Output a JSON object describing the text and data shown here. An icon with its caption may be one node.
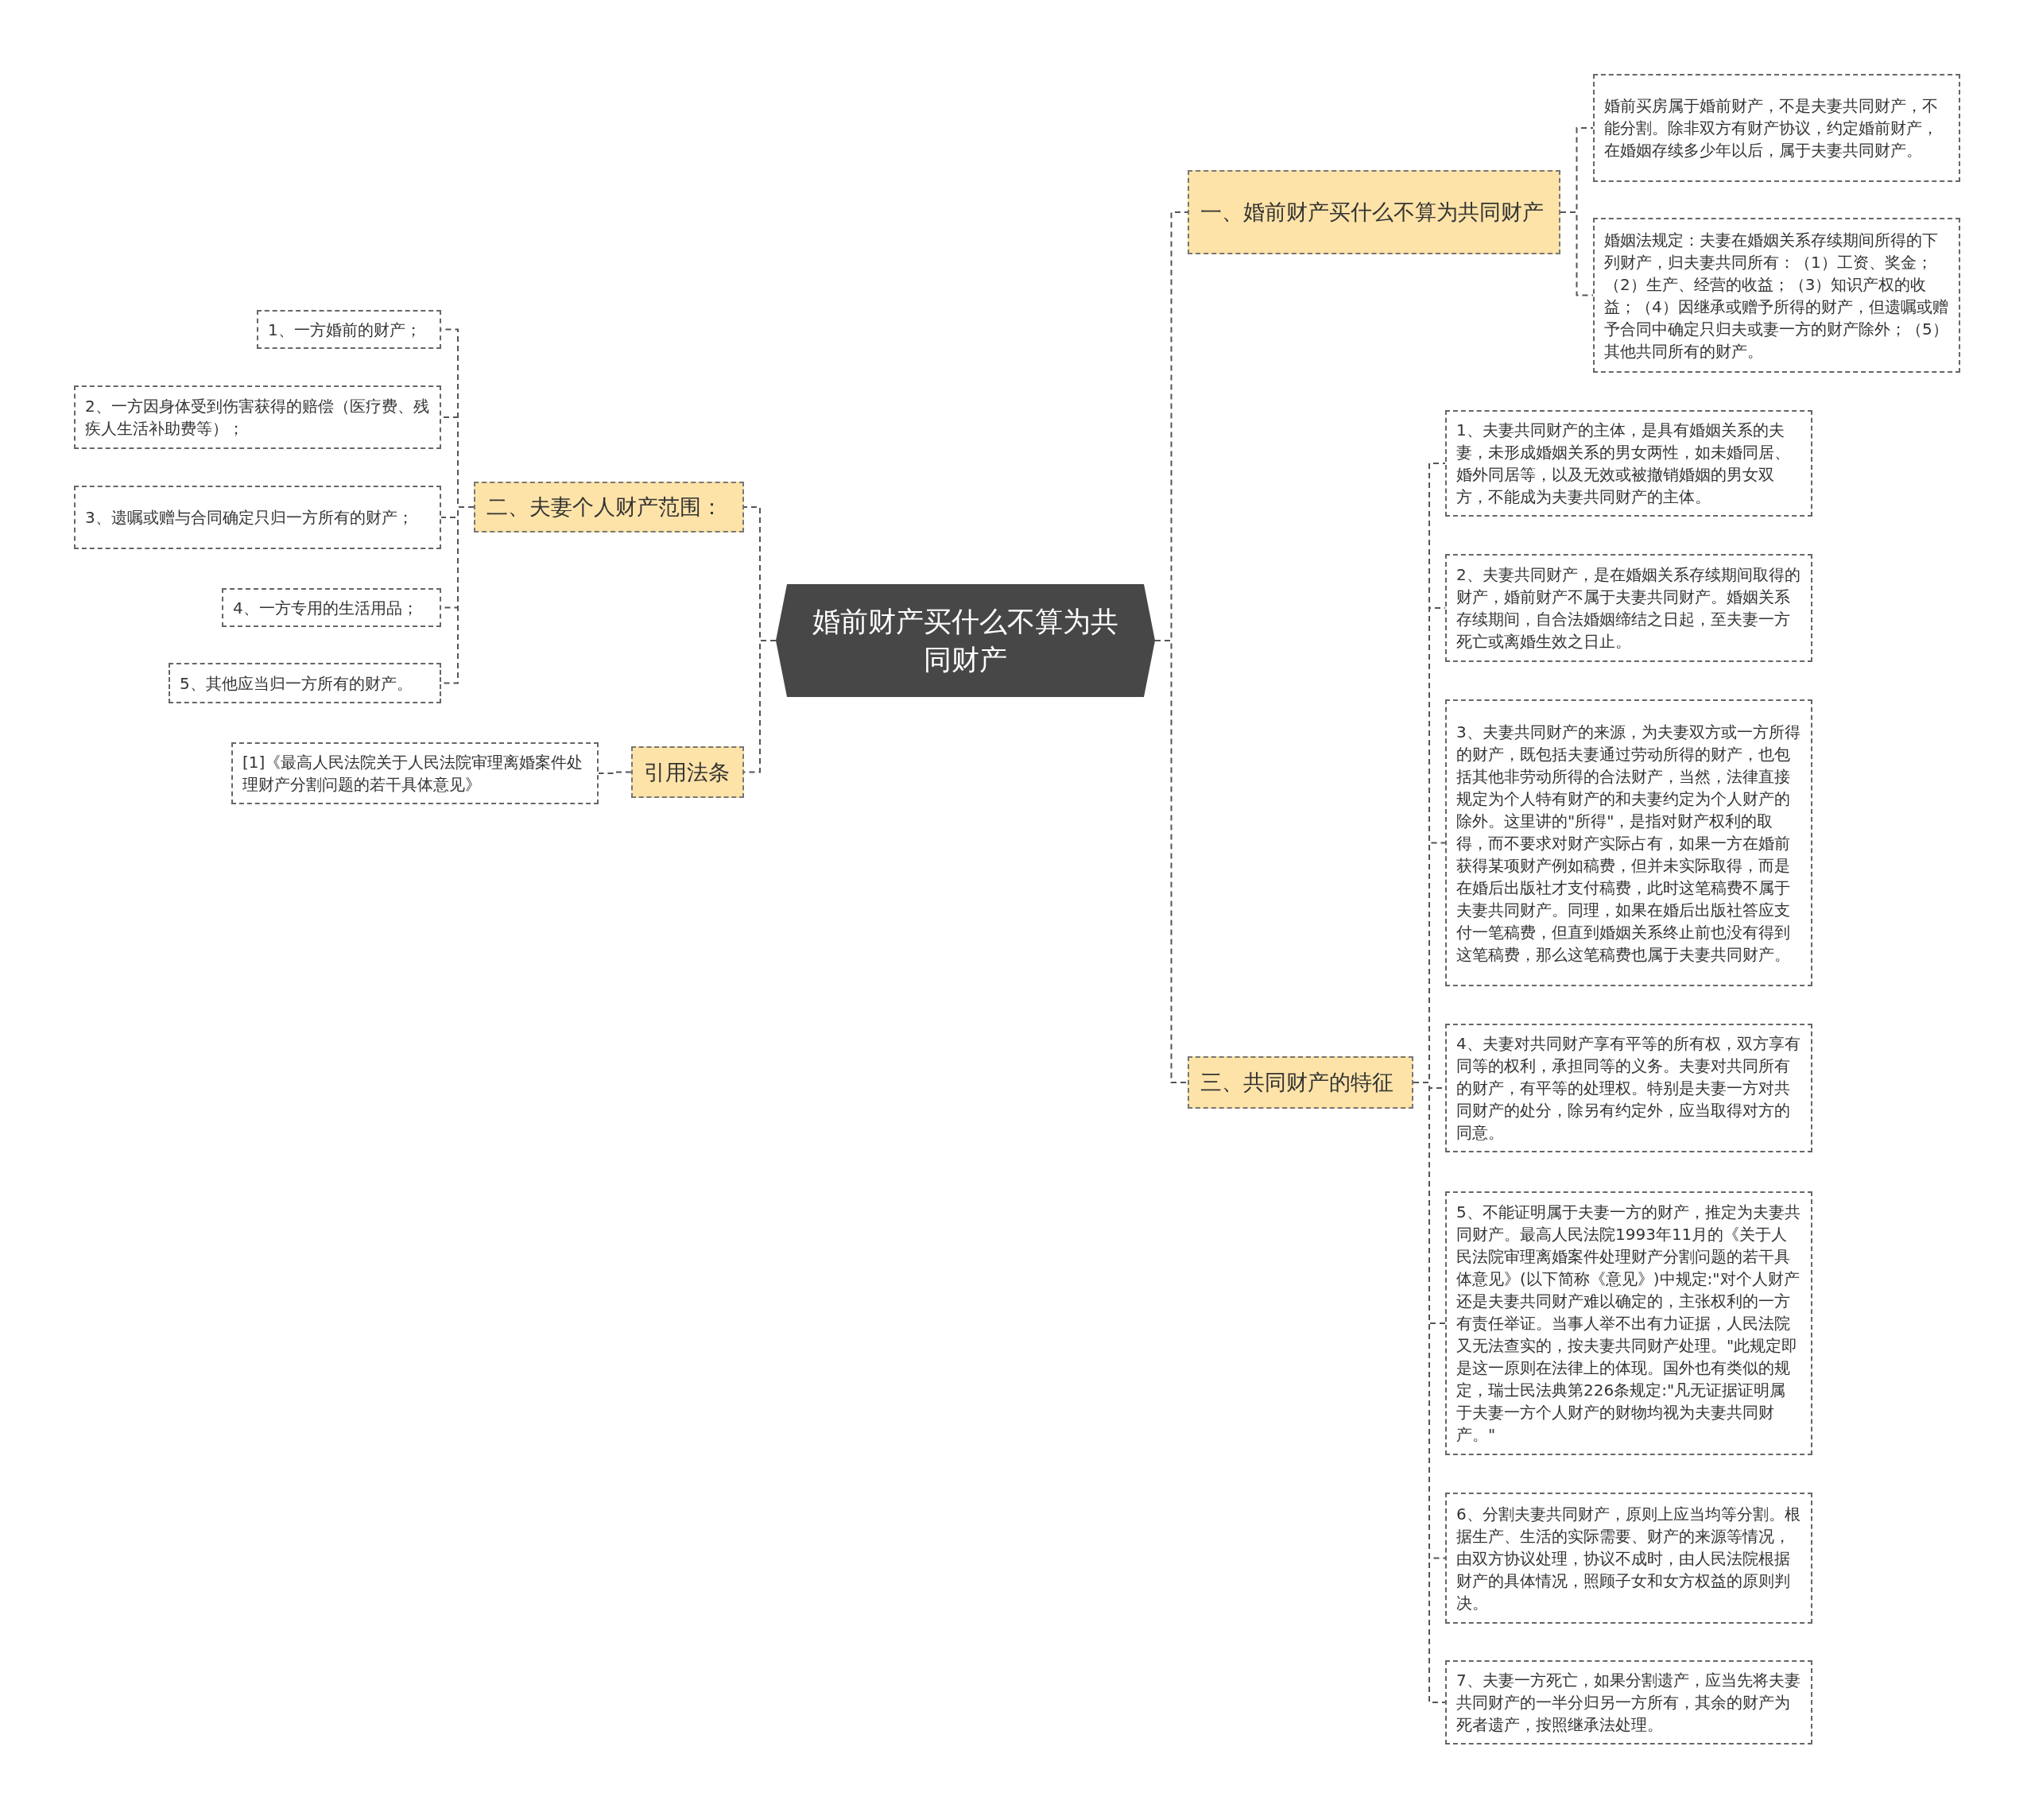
{
  "diagram": {
    "nodes": [
      {
        "text": [
          "婚前财产买什么不算为共同财产"
        ]
      },
      {
        "text": [
          "一、婚前财产买什么不算为共同财产"
        ]
      },
      {
        "text": [
          "婚前买房属于婚前财产，不是夫妻共同财产，不能分割。除非双方有财产协议，约定婚前财产，在婚姻存续多少年以后，属于夫妻共同财产。"
        ]
      },
      {
        "text": [
          "婚姻法规定：夫妻在婚姻关系存续期间所得的下列财产，归夫妻共同所有：（1）工资、奖金；（2）生产、经营的收益；（3）知识产权的收益；（4）因继承或赠予所得的财产，但遗嘱或赠予合同中确定只归夫或妻一方的财产除外；（5）其他共同所有的财产。"
        ]
      },
      {
        "text": [
          "二、夫妻个人财产范围："
        ]
      },
      {
        "text": [
          "1、一方婚前的财产；"
        ]
      },
      {
        "text": [
          "2、一方因身体受到伤害获得的赔偿（医疗费、残疾人生活补助费等）；"
        ]
      },
      {
        "text": [
          "3、遗嘱或赠与合同确定只归一方所有的财产；"
        ]
      },
      {
        "text": [
          "4、一方专用的生活用品；"
        ]
      },
      {
        "text": [
          "5、其他应当归一方所有的财产。"
        ]
      },
      {
        "text": [
          "引用法条"
        ]
      },
      {
        "text": [
          "[1]《最高人民法院关于人民法院审理离婚案件处理财产分割问题的若干具体意见》"
        ]
      },
      {
        "text": [
          "三、共同财产的特征"
        ]
      },
      {
        "text": [
          "1、夫妻共同财产的主体，是具有婚姻关系的夫妻，未形成婚姻关系的男女两性，如未婚同居、婚外同居等，以及无效或被撤销婚姻的男女双方，不能成为夫妻共同财产的主体。"
        ]
      },
      {
        "text": [
          "2、夫妻共同财产，是在婚姻关系存续期间取得的财产，婚前财产不属于夫妻共同财产。婚姻关系存续期间，自合法婚姻缔结之日起，至夫妻一方死亡或离婚生效之日止。"
        ]
      },
      {
        "text": [
          "3、夫妻共同财产的来源，为夫妻双方或一方所得的财产，既包括夫妻通过劳动所得的财产，也包括其他非劳动所得的合法财产，当然，法律直接规定为个人特有财产的和夫妻约定为个人财产的除外。这里讲的\"所得\"，是指对财产权利的取得，而不要求对财产实际占有，如果一方在婚前获得某项财产例如稿费，但并未实际取得，而是在婚后出版社才支付稿费，此时这笔稿费不属于夫妻共同财产。同理，如果在婚后出版社答应支付一笔稿费，但直到婚姻关系终止前也没有得到这笔稿费，那么这笔稿费也属于夫妻共同财产。"
        ]
      },
      {
        "text": [
          "4、夫妻对共同财产享有平等的所有权，双方享有同等的权利，承担同等的义务。夫妻对共同所有的财产，有平等的处理权。特别是夫妻一方对共同财产的处分，除另有约定外，应当取得对方的同意。"
        ]
      },
      {
        "text": [
          "5、不能证明属于夫妻一方的财产，推定为夫妻共同财产。最高人民法院1993年11月的《关于人民法院审理离婚案件处理财产分割问题的若干具体意见》(以下简称《意见》)中规定:\"对个人财产还是夫妻共同财产难以确定的，主张权利的一方有责任举证。当事人举不出有力证据，人民法院又无法查实的，按夫妻共同财产处理。\"此规定即是这一原则在法律上的体现。国外也有类似的规定，瑞士民法典第226条规定:\"凡无证据证明属于夫妻一方个人财产的财物均视为夫妻共同财产。\""
        ]
      },
      {
        "text": [
          "6、分割夫妻共同财产，原则上应当均等分割。根据生产、生活的实际需要、财产的来源等情况，由双方协议处理，协议不成时，由人民法院根据财产的具体情况，照顾子女和女方权益的原则判决。"
        ]
      },
      {
        "text": [
          "7、夫妻一方死亡，如果分割遗产，应当先将夫妻共同财产的一半分归另一方所有，其余的财产为死者遗产，按照继承法处理。"
        ]
      }
    ],
    "edges": [
      {
        "from": 0,
        "to": 1,
        "arrow": "none",
        "style": "dashed"
      },
      {
        "from": 1,
        "to": 2,
        "arrow": "none",
        "style": "dashed"
      },
      {
        "from": 1,
        "to": 3,
        "arrow": "none",
        "style": "dashed"
      },
      {
        "from": 0,
        "to": 4,
        "arrow": "none",
        "style": "dashed"
      },
      {
        "from": 4,
        "to": 5,
        "arrow": "none",
        "style": "dashed"
      },
      {
        "from": 4,
        "to": 6,
        "arrow": "none",
        "style": "dashed"
      },
      {
        "from": 4,
        "to": 7,
        "arrow": "none",
        "style": "dashed"
      },
      {
        "from": 4,
        "to": 8,
        "arrow": "none",
        "style": "dashed"
      },
      {
        "from": 4,
        "to": 9,
        "arrow": "none",
        "style": "dashed"
      },
      {
        "from": 0,
        "to": 10,
        "arrow": "none",
        "style": "dashed"
      },
      {
        "from": 10,
        "to": 11,
        "arrow": "none",
        "style": "dashed"
      },
      {
        "from": 0,
        "to": 12,
        "arrow": "none",
        "style": "dashed"
      },
      {
        "from": 12,
        "to": 13,
        "arrow": "none",
        "style": "dashed"
      },
      {
        "from": 12,
        "to": 14,
        "arrow": "none",
        "style": "dashed"
      },
      {
        "from": 12,
        "to": 15,
        "arrow": "none",
        "style": "dashed"
      },
      {
        "from": 12,
        "to": 16,
        "arrow": "none",
        "style": "dashed"
      },
      {
        "from": 12,
        "to": 17,
        "arrow": "none",
        "style": "dashed"
      },
      {
        "from": 12,
        "to": 18,
        "arrow": "none",
        "style": "dashed"
      },
      {
        "from": 12,
        "to": 19,
        "arrow": "none",
        "style": "dashed"
      }
    ]
  }
}
